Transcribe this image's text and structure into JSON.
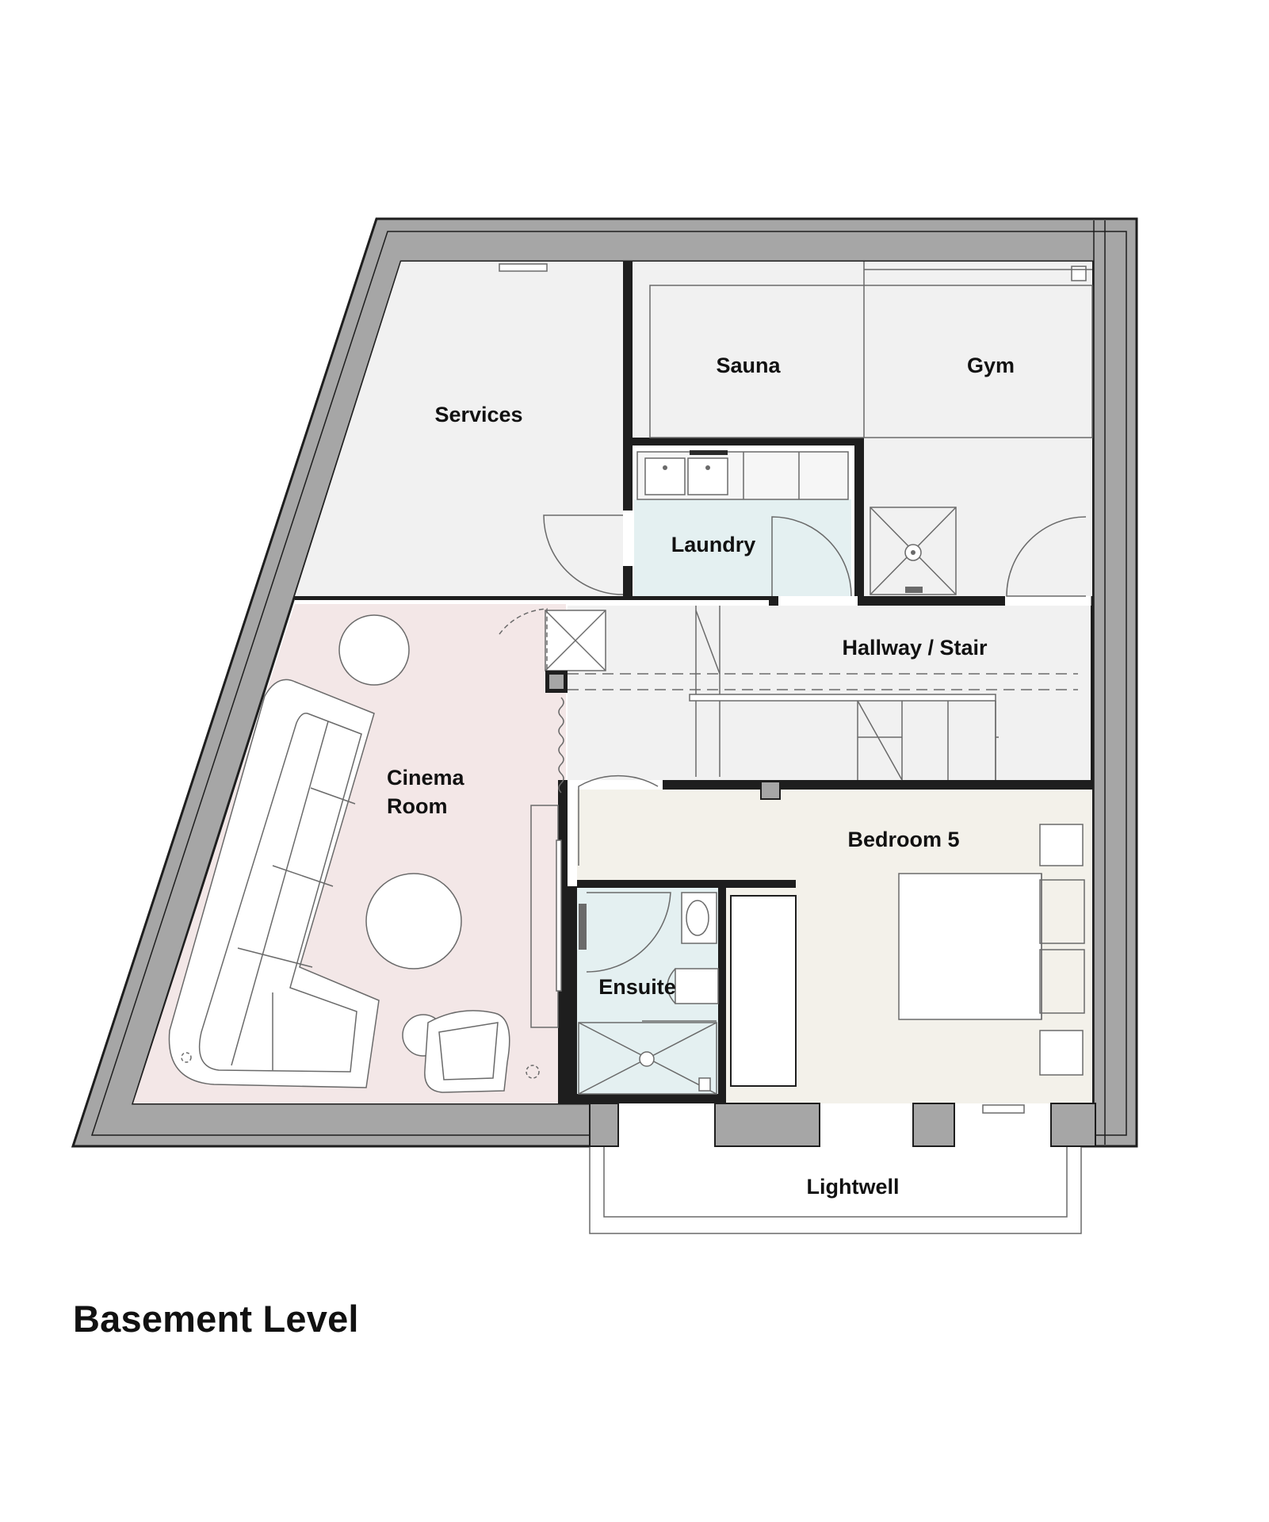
{
  "title": "Basement Level",
  "rooms": {
    "services": "Services",
    "sauna": "Sauna",
    "gym": "Gym",
    "laundry": "Laundry",
    "hallway": "Hallway / Stair",
    "cinema_line1": "Cinema",
    "cinema_line2": "Room",
    "bedroom": "Bedroom 5",
    "ensuite": "Ensuite",
    "lightwell": "Lightwell"
  },
  "colors": {
    "outer_wall": "#a6a6a6",
    "wall_outline": "#1e1e1e",
    "service_zones": "#f1f1f1",
    "cinema_room": "#f3e7e7",
    "bedroom": "#f3f1ea",
    "wet_rooms": "#e4f0f1"
  }
}
